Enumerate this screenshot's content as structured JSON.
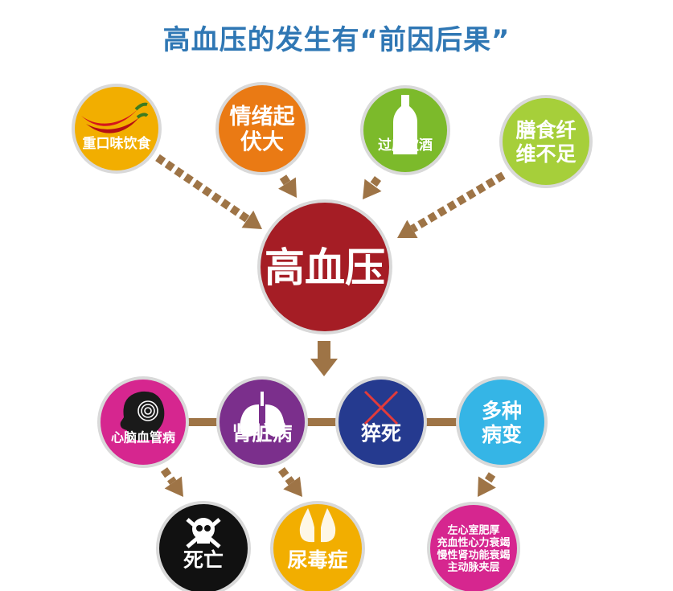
{
  "title": "高血压的发生有“前因后果”",
  "colors": {
    "title": "#2f77b4",
    "arrow": "#9e7446",
    "connector": "#9e7446",
    "ring": "#d9d9d9",
    "text": "#ffffff"
  },
  "causes": [
    {
      "lines": [
        "重口味饮食"
      ],
      "color": "#f2ae00",
      "icon": "chili-pepper-icon"
    },
    {
      "lines": [
        "情绪起",
        "伏大"
      ],
      "color": "#ea7a14",
      "icon": ""
    },
    {
      "lines": [
        "过度饮酒"
      ],
      "color": "#7cba2b",
      "icon": "bottle-icon"
    },
    {
      "lines": [
        "膳食纤",
        "维不足"
      ],
      "color": "#a6cf3a",
      "icon": ""
    }
  ],
  "center": {
    "lines": [
      "高血压"
    ],
    "color": "#a51d25"
  },
  "effects": [
    {
      "lines": [
        "心脑血管病"
      ],
      "color": "#d6268f",
      "icon": "brain-head-icon"
    },
    {
      "lines": [
        "肾脏病"
      ],
      "color": "#7b2f8c",
      "icon": "lungs-icon"
    },
    {
      "lines": [
        "猝死"
      ],
      "color": "#253a8f",
      "icon": "cross-x-icon"
    },
    {
      "lines": [
        "多种",
        "病变"
      ],
      "color": "#35b5e6",
      "icon": ""
    }
  ],
  "outcomes": [
    {
      "lines": [
        "死亡"
      ],
      "color": "#111111",
      "icon": "skull-icon"
    },
    {
      "lines": [
        "尿毒症"
      ],
      "color": "#f2ae00",
      "icon": "kidney-icon"
    },
    {
      "lines": [
        "左心室肥厚",
        "充血性心力衰竭",
        "慢性肾功能衰竭",
        "主动脉夹层"
      ],
      "color": "#d6268f",
      "icon": ""
    }
  ]
}
